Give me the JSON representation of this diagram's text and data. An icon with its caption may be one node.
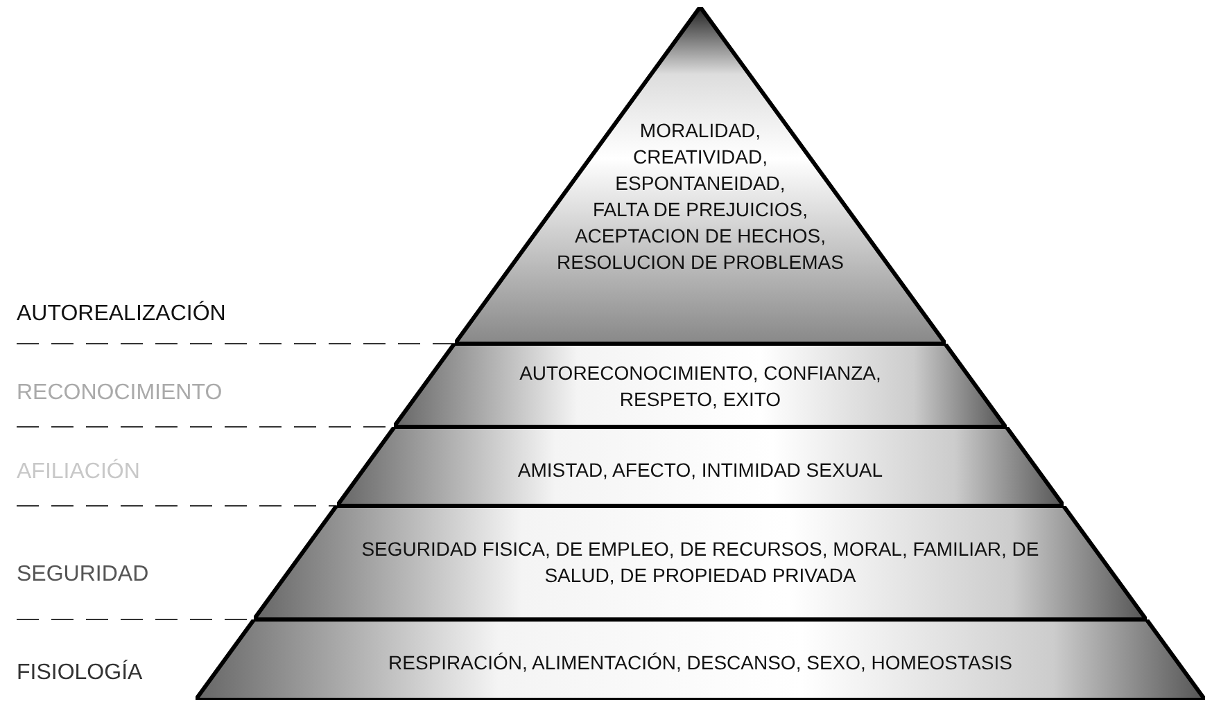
{
  "diagram": {
    "nodes": [
      {
        "text": [
          "MORALIDAD, CREATIVIDAD, ESPONTANEIDAD, FALTA DE PREJUICIOS, ACEPTACION DE HECHOS, RESOLUCION DE PROBLEMAS"
        ]
      },
      {
        "text": [
          "AUTORECONOCIMIENTO, CONFIANZA, RESPETO, EXITO"
        ]
      },
      {
        "text": [
          "AMISTAD, AFECTO, INTIMIDAD SEXUAL"
        ]
      },
      {
        "text": [
          "SEGURIDAD FISICA, DE EMPLEO, DE RECURSOS, MORAL, FAMILIAR, DE SALUD, DE PROPIEDAD PRIVADA"
        ]
      },
      {
        "text": [
          "RESPIRACIÓN, ALIMENTACIÓN, DESCANSO, SEXO, HOMEOSTASIS"
        ]
      }
    ],
    "edges": [],
    "labels": [
      "AUTOREALIZACIÓN",
      "RECONOCIMIENTO",
      "AFILIACIÓN",
      "SEGURIDAD",
      "FISIOLOGÍA"
    ]
  }
}
